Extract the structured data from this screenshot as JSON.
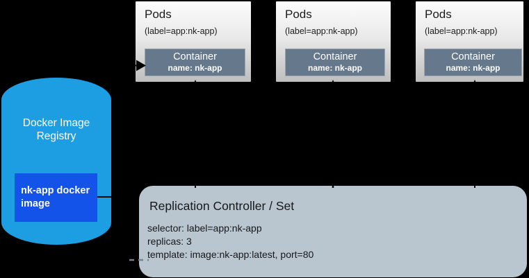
{
  "diagram": {
    "background": "#000000",
    "pods": [
      {
        "title": "Pods",
        "label": "(label=app:nk-app)",
        "container": {
          "title": "Container",
          "name": "name: nk-app"
        }
      },
      {
        "title": "Pods",
        "label": "(label=app:nk-app)",
        "container": {
          "title": "Container",
          "name": "name: nk-app"
        }
      },
      {
        "title": "Pods",
        "label": "(label=app:nk-app)",
        "container": {
          "title": "Container",
          "name": "name: nk-app"
        }
      }
    ],
    "registry": {
      "title": "Docker Image Registry",
      "image_label": "nk-app docker image"
    },
    "controller": {
      "title": "Replication Controller / Set",
      "selector": "selector: label=app:nk-app",
      "replicas": "replicas: 3",
      "template": "template: image:nk-app:latest, port=80"
    },
    "colors": {
      "registry_cylinder": "#1d9ee3",
      "image_box": "#1353e9",
      "container_box": "#66788c",
      "pod_gradient_top": "#fcfcfc",
      "pod_gradient_bottom": "#bebebe",
      "controller_bg": "#b9c5cf",
      "connector_black": "#000000",
      "connector_dash_gray": "#74838d"
    }
  }
}
